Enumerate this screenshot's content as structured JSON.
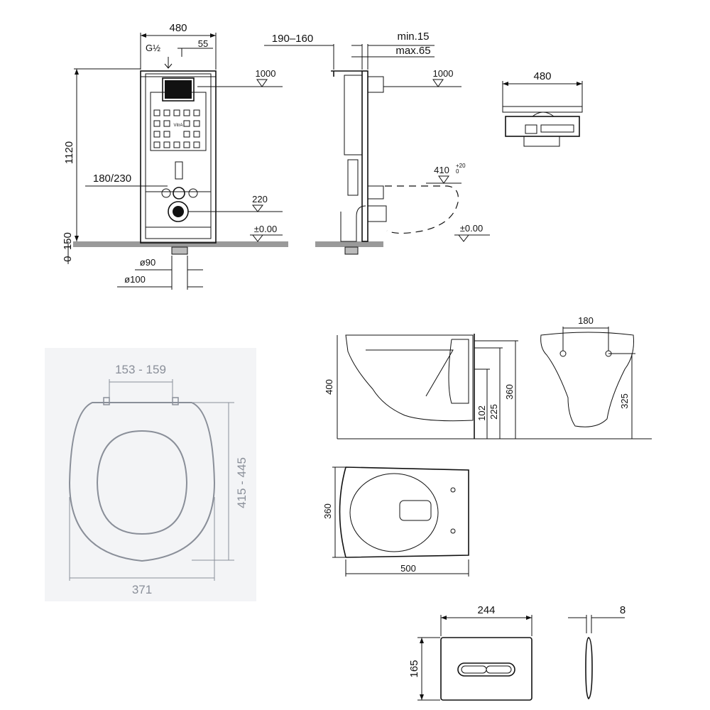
{
  "logo": "VitrA",
  "frame_front": {
    "width": "480",
    "thread": "G½",
    "inlet_offset": "55",
    "height": "1120",
    "floor_range": "0–150",
    "bolt_spacing": "180/230",
    "level_top": "1000",
    "level_outlet": "220",
    "level_zero": "±0.00",
    "pipe_d1": "ø90",
    "pipe_d2": "ø100"
  },
  "frame_side": {
    "depth_range": "190–160",
    "min": "min.15",
    "max": "max.65",
    "level_top": "1000",
    "level_bowl": "410",
    "level_bowl_tol": "+20",
    "level_bowl_tol2": "0",
    "level_zero": "±0.00"
  },
  "frame_top": {
    "width": "480"
  },
  "seat": {
    "hinge": "153 - 159",
    "length": "415 - 445",
    "width": "371"
  },
  "bowl_side": {
    "height": "400",
    "d1": "102",
    "d2": "225",
    "d3": "360"
  },
  "bowl_front": {
    "bolt_spacing": "180",
    "height": "325"
  },
  "bowl_top": {
    "width": "360",
    "length": "500"
  },
  "flush_plate": {
    "width": "244",
    "height": "165",
    "thickness": "8"
  }
}
